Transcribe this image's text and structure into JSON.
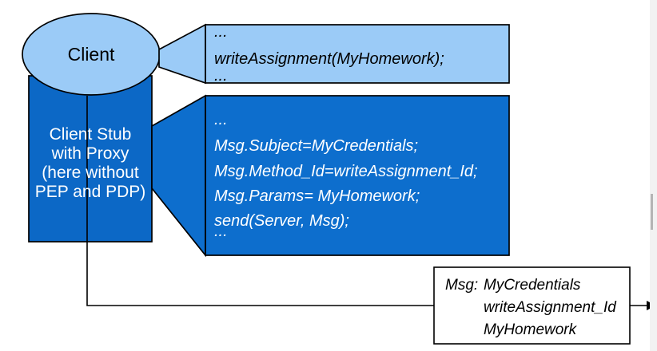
{
  "diagram": {
    "client": {
      "label": "Client"
    },
    "client_stub": {
      "lines": [
        "Client Stub",
        "with Proxy",
        "(here without",
        "PEP and PDP)"
      ]
    },
    "call_callout": {
      "lines": [
        "...",
        "writeAssignment(MyHomework);",
        "..."
      ]
    },
    "marshal_callout": {
      "lines": [
        "...",
        "Msg.Subject=MyCredentials;",
        "Msg.Method_Id=writeAssignment_Id;",
        "Msg.Params= MyHomework;",
        "send(Server, Msg);",
        "..."
      ]
    },
    "message_box": {
      "label": "Msg:",
      "values": [
        "MyCredentials",
        "writeAssignment_Id",
        "MyHomework"
      ]
    },
    "colors": {
      "light_blue": "#9BCBF7",
      "dark_blue": "#0D6ECD",
      "stub_blue": "#0C68C6",
      "outline": "#000000",
      "text_on_dark": "#FFFFFF",
      "text_on_light": "#000000"
    }
  },
  "scrollbar": {
    "track_color": "#F2F2F2",
    "thumb_color": "#B5B5B5"
  }
}
